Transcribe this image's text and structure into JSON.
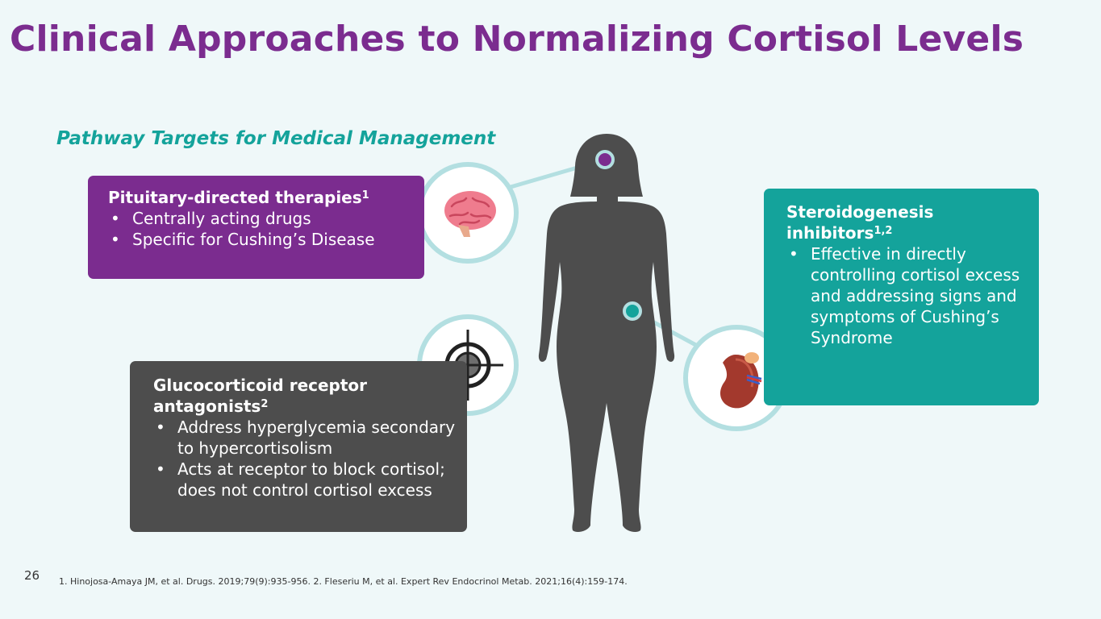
{
  "slide": {
    "title": "Clinical Approaches to Normalizing Cortisol Levels",
    "subtitle": "Pathway Targets for Medical Management",
    "page_number": "26",
    "references": "1. Hinojosa-Amaya JM, et al. Drugs. 2019;79(9):935-956. 2. Fleseriu M, et al. Expert Rev Endocrinol Metab. 2021;16(4):159-174."
  },
  "pituitary": {
    "heading": "Pituitary-directed therapies",
    "sup": "1",
    "bullets": [
      "Centrally acting drugs",
      "Specific for Cushing’s Disease"
    ]
  },
  "steroidogenesis": {
    "heading_line1": "Steroidogenesis",
    "heading_line2": "inhibitors",
    "sup": "1,2",
    "bullets": [
      "Effective in directly controlling cortisol excess and addressing signs and symptoms of Cushing’s Syndrome"
    ]
  },
  "glucocorticoid": {
    "heading_line1": "Glucocorticoid receptor",
    "heading_line2": "antagonists",
    "sup": "2",
    "bullets": [
      "Address hyperglycemia secondary to hypercortisolism",
      "Acts at receptor to block cortisol; does not control cortisol excess"
    ]
  },
  "icons": {
    "brain": "brain-icon",
    "target": "crosshair-target-icon",
    "kidney": "kidney-adrenal-icon",
    "figure": "female-silhouette"
  },
  "colors": {
    "title": "#7b2c8f",
    "subtitle": "#14a39b",
    "pituitary_box": "#7b2c8f",
    "steroidogenesis_box": "#14a39b",
    "glucocorticoid_box": "#4d4d4d",
    "silhouette": "#4d4d4d",
    "circle_ring": "#b3dfe1",
    "connector": "#b3dfe1"
  }
}
